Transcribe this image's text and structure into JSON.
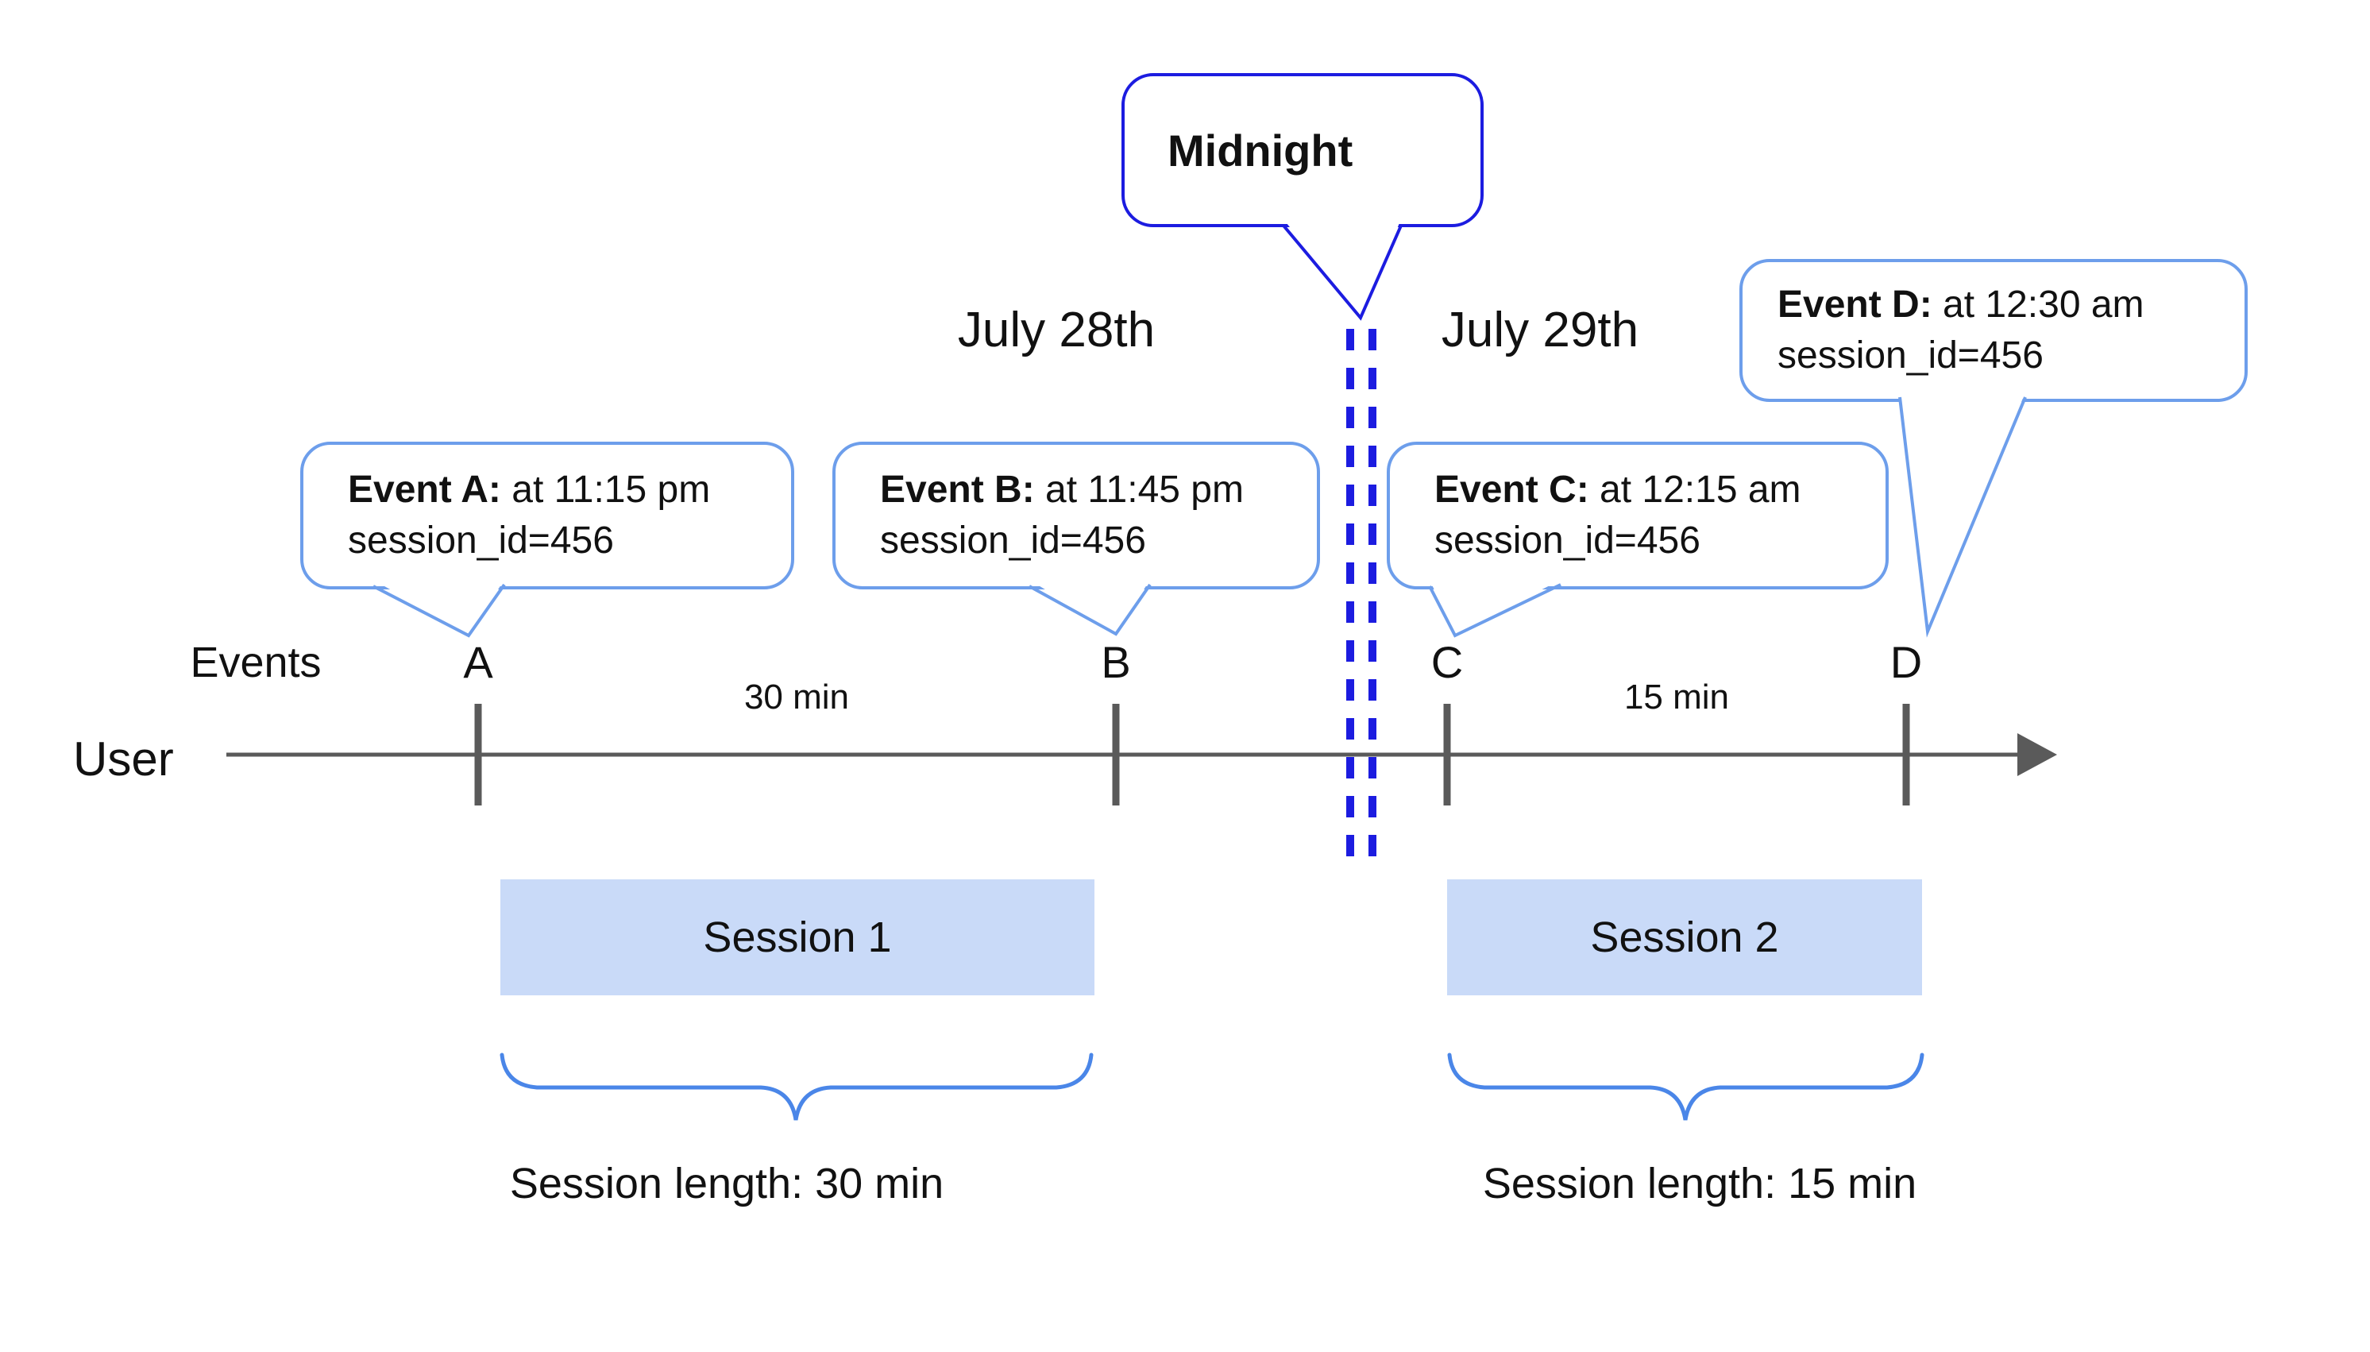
{
  "midnight_callout": {
    "text": "Midnight"
  },
  "date_labels": {
    "left": "July 28th",
    "right": "July 29th"
  },
  "event_callouts": [
    {
      "id": "A",
      "bold": "Event A:",
      "rest": " at 11:15 pm",
      "line2": "session_id=456"
    },
    {
      "id": "B",
      "bold": "Event B:",
      "rest": " at 11:45 pm",
      "line2": "session_id=456"
    },
    {
      "id": "C",
      "bold": "Event C:",
      "rest": " at 12:15 am",
      "line2": "session_id=456"
    },
    {
      "id": "D",
      "bold": "Event D:",
      "rest": " at 12:30 am",
      "line2": "session_id=456"
    }
  ],
  "timeline": {
    "events_label": "Events",
    "user_label": "User",
    "tick_labels": [
      "A",
      "B",
      "C",
      "D"
    ],
    "interval_labels": [
      "30 min",
      "15 min"
    ]
  },
  "sessions": [
    {
      "label": "Session 1",
      "length_label": "Session length: 30 min"
    },
    {
      "label": "Session 2",
      "length_label": "Session length: 15 min"
    }
  ],
  "colors": {
    "event_bubble_border": "#6d9eeb",
    "midnight_blue": "#1c1ce0",
    "session_fill": "#c9daf8",
    "brace_blue": "#4a86e8",
    "axis_gray": "#5a5a5a",
    "text": "#111111",
    "background": "#ffffff"
  }
}
